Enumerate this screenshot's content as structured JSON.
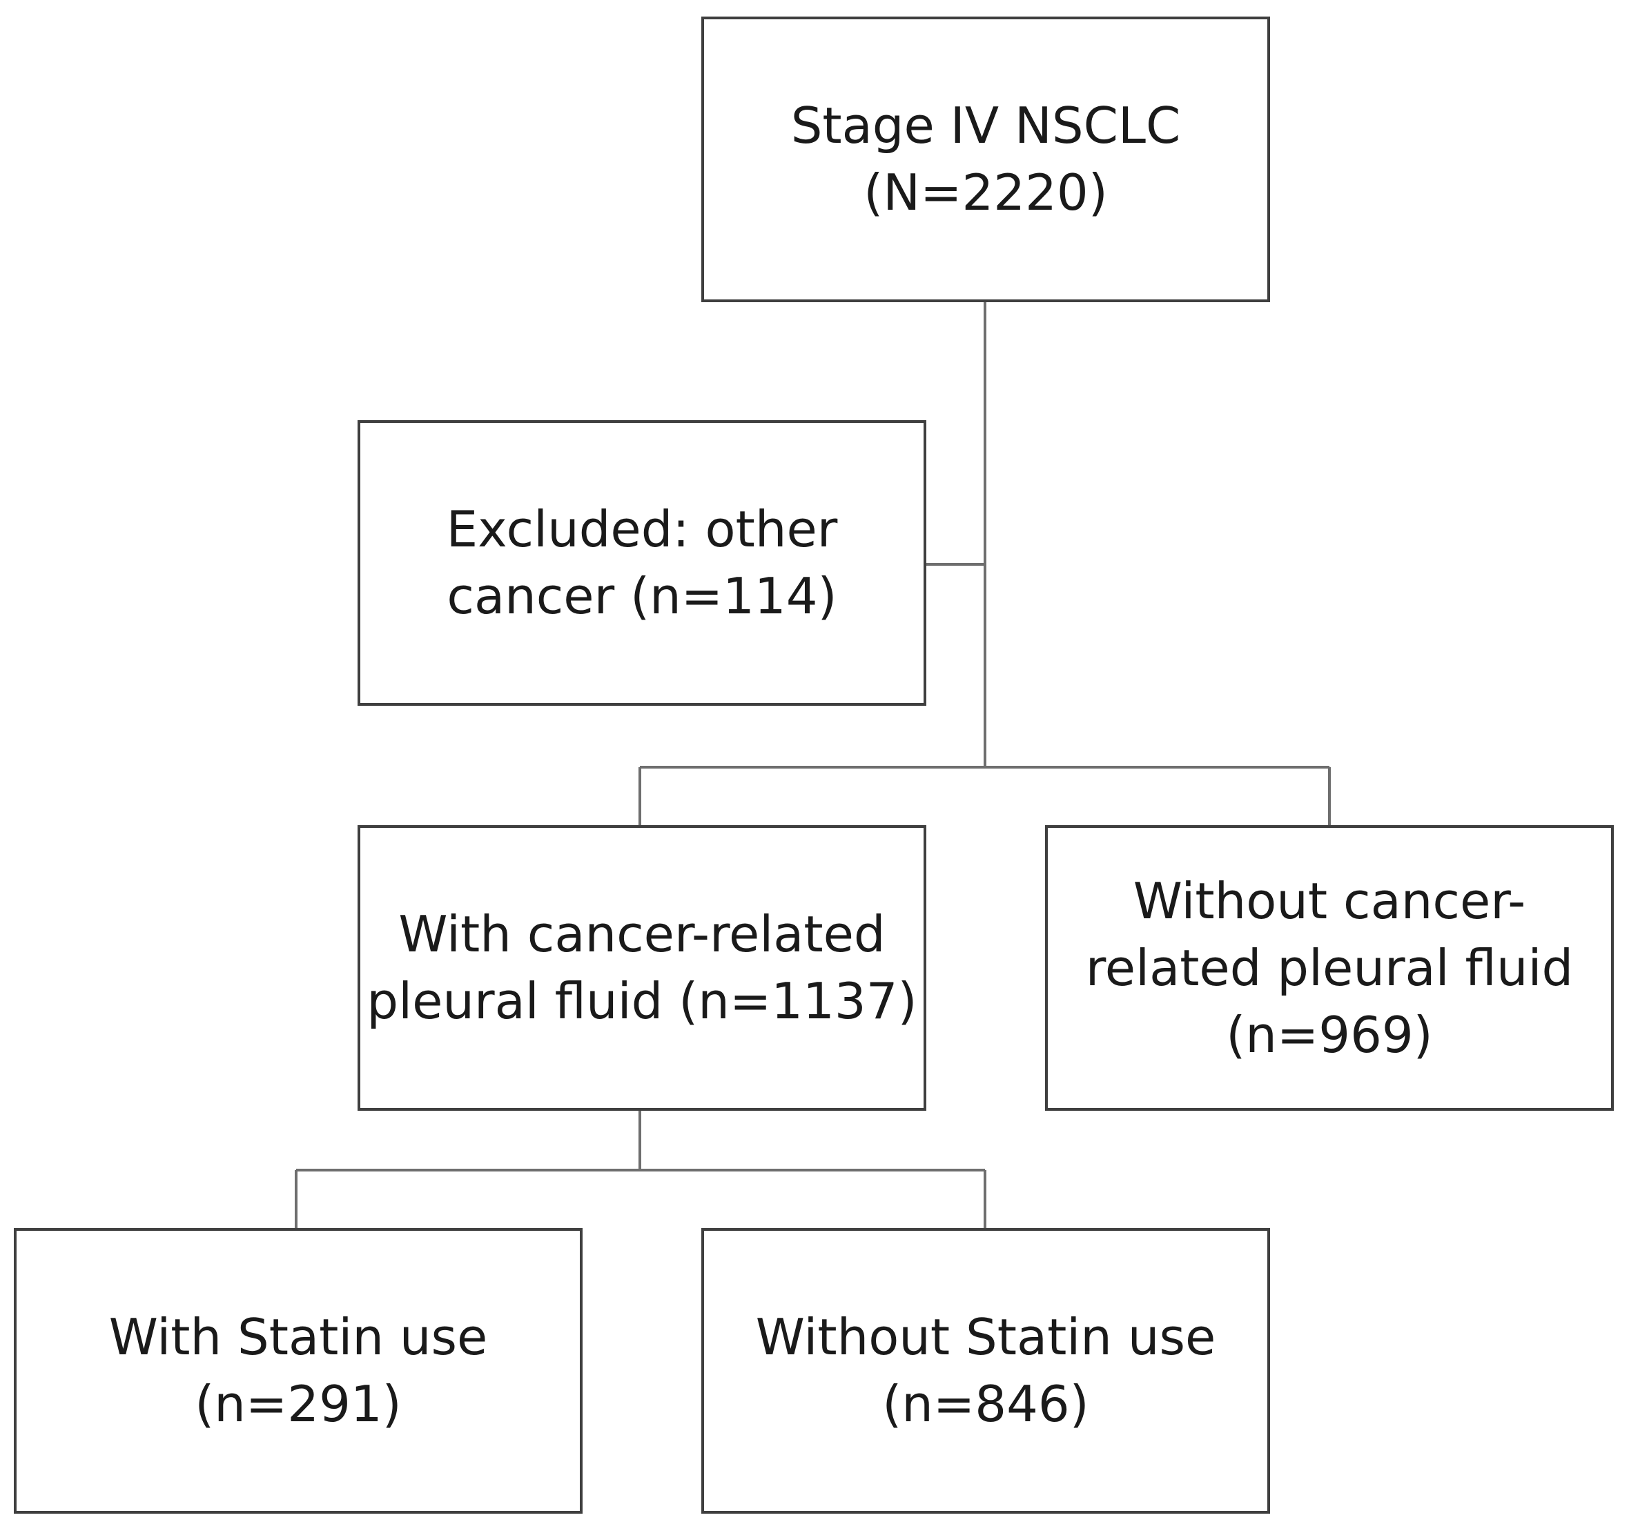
{
  "colors": {
    "box_border": "#3f3f3f",
    "connector": "#6e6e6e",
    "text": "#1a1a1a",
    "background": "#ffffff"
  },
  "flowchart": {
    "root": {
      "lines": [
        "Stage IV NSCLC",
        "(N=2220)"
      ]
    },
    "excluded": {
      "lines": [
        "Excluded: other",
        "cancer (n=114)"
      ]
    },
    "with_fluid": {
      "lines": [
        "With cancer-related",
        "pleural fluid (n=1137)"
      ]
    },
    "without_fluid": {
      "lines": [
        "Without cancer-",
        "related pleural fluid",
        "(n=969)"
      ]
    },
    "with_statin": {
      "lines": [
        "With Statin use",
        "(n=291)"
      ]
    },
    "without_statin": {
      "lines": [
        "Without Statin use",
        "(n=846)"
      ]
    }
  }
}
